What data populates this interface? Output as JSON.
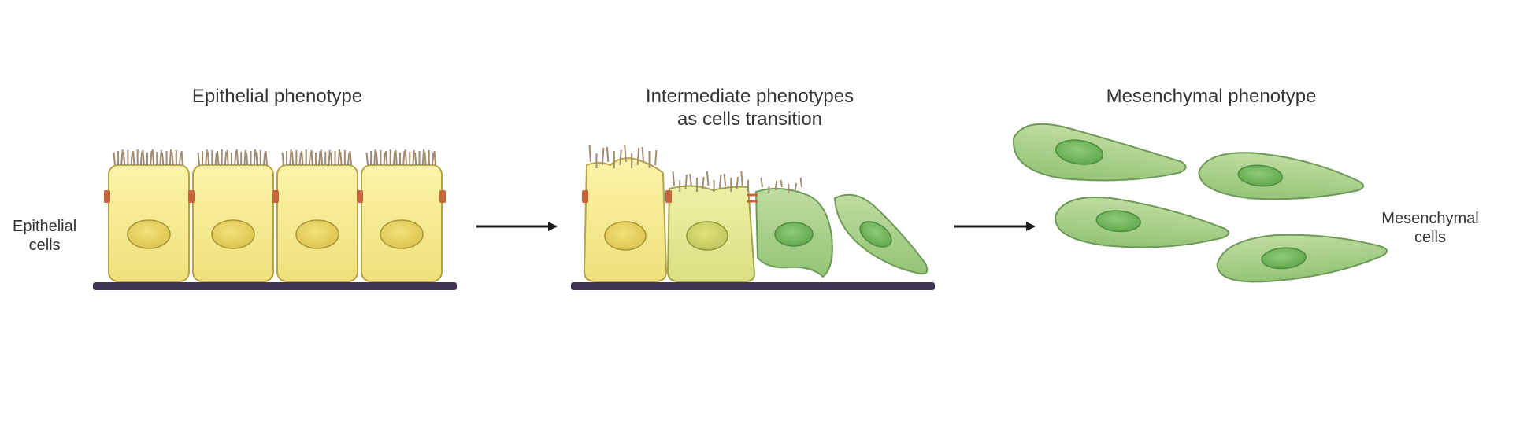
{
  "titles": {
    "epithelial": "Epithelial phenotype",
    "intermediate_line1": "Intermediate phenotypes",
    "intermediate_line2": "as cells transition",
    "mesenchymal": "Mesenchymal phenotype"
  },
  "labels": {
    "epithelial_line1": "Epithelial",
    "epithelial_line2": "cells",
    "mesenchymal_line1": "Mesenchymal",
    "mesenchymal_line2": "cells"
  },
  "colors": {
    "epithelial_cell": "#f4e98a",
    "epithelial_nucleus": "#e6d25a",
    "intermediate_cell": "#e2e592",
    "mesenchymal_cell": "#a8d08a",
    "mesenchymal_nucleus": "#6fb45a",
    "cilia": "#a08a70",
    "junction": "#c9633a",
    "basement_membrane": "#3f3552",
    "arrow": "#1a1a1a"
  }
}
